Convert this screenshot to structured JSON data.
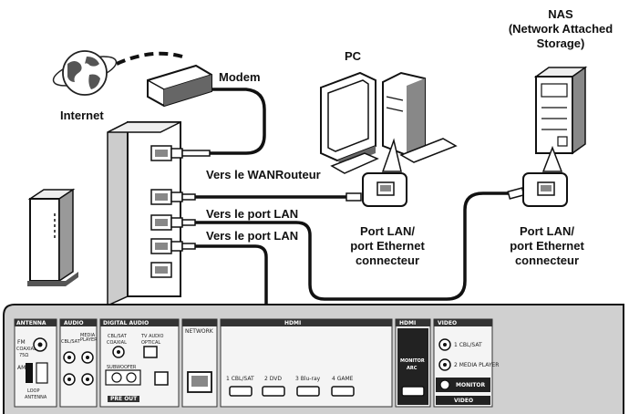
{
  "labels": {
    "internet": "Internet",
    "modem": "Modem",
    "pc": "PC",
    "nas_line1": "NAS",
    "nas_line2": "(Network Attached",
    "nas_line3": "Storage)",
    "vers_wan": "Vers le WAN",
    "routeur": "Routeur",
    "vers_lan_1": "Vers le port LAN",
    "vers_lan_2": "Vers le port LAN",
    "pc_port_line1": "Port LAN/",
    "pc_port_line2": "port Ethernet",
    "pc_port_line3": "connecteur",
    "nas_port_line1": "Port LAN/",
    "nas_port_line2": "port Ethernet",
    "nas_port_line3": "connecteur"
  },
  "panel": {
    "antenna": "ANTENNA",
    "fm": "FM",
    "coaxial": "COAXIAL",
    "ohm": "75Ω",
    "am": "AM",
    "loop": "LOOP",
    "antenna2": "ANTENNA",
    "audio": "AUDIO",
    "cbl_sat": "CBL/SAT",
    "media_player": "MEDIA PLAYER",
    "digital_audio": "DIGITAL AUDIO",
    "cbl_sat2": "CBL/SAT",
    "tv_audio": "TV AUDIO",
    "coaxial2": "COAXIAL",
    "optical": "OPTICAL",
    "subwoofer": "SUBWOOFER",
    "pre_out": "PRE OUT",
    "network": "NETWORK",
    "hdmi": "HDMI",
    "hdmi_1": "1  CBL/SAT",
    "hdmi_2": "2  DVD",
    "hdmi_3": "3  Blu-ray",
    "hdmi_4": "4  GAME",
    "hdmi_out": "HDMI",
    "monitor": "MONITOR",
    "arc": "ARC",
    "video": "VIDEO",
    "video_1": "1  CBL/SAT",
    "video_2": "2  MEDIA PLAYER",
    "video_monitor": "MONITOR",
    "video_out": "VIDEO"
  }
}
